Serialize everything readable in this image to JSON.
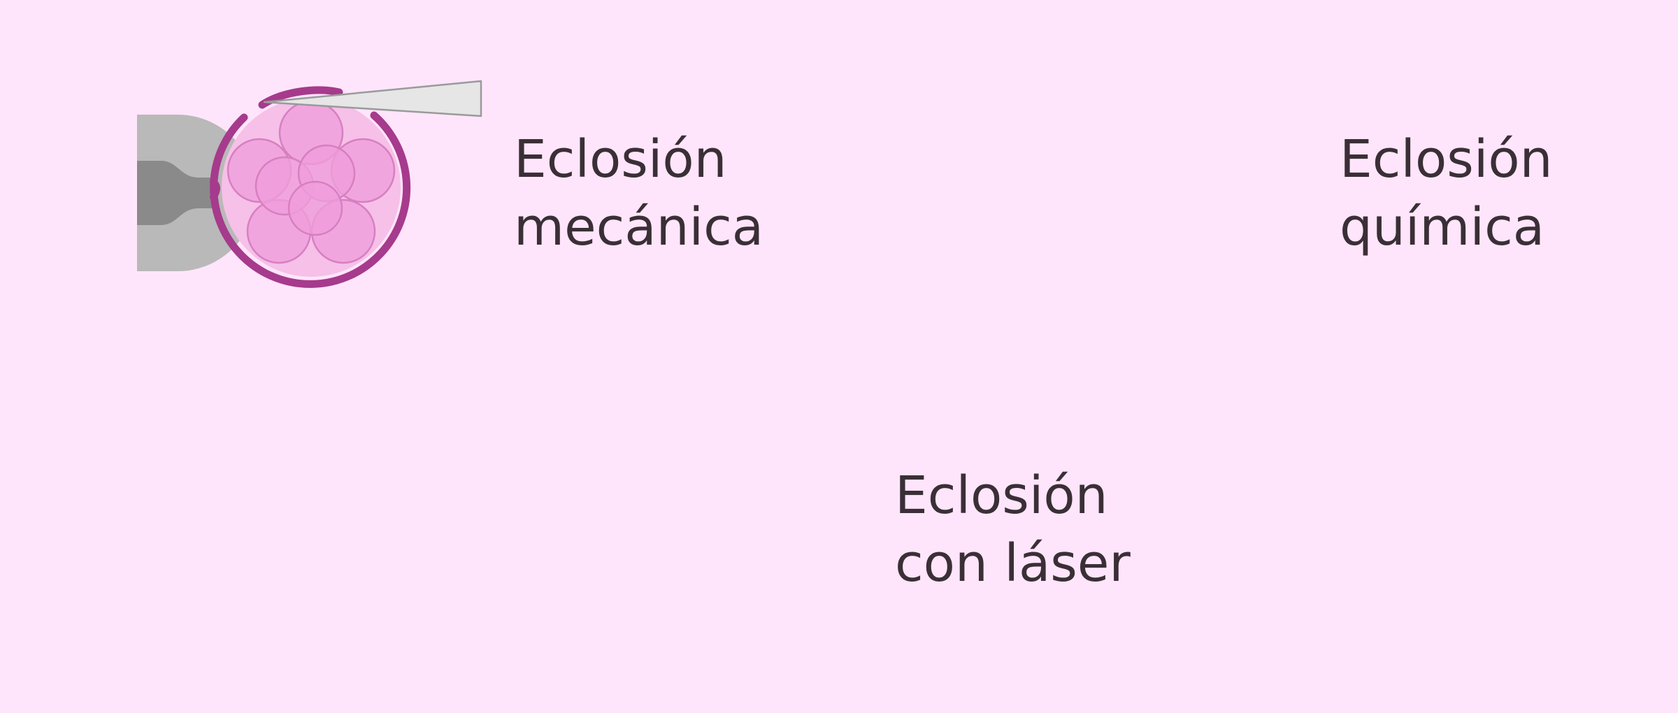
{
  "colors": {
    "background": "#ffe5fb",
    "zona_pellucida": "#a63a8c",
    "perivitelline": "#f6c0e8",
    "blastomere": "#ef9ddb",
    "blastomere_edge": "#d77fc1",
    "holding_pipette_light": "#b9b9b9",
    "holding_pipette_dark": "#8a8a8a",
    "needle": "#e6e6e6",
    "needle_edge": "#9a9a9a",
    "acid_pipette": "#d6f4fc",
    "acid_pipette_edge": "#7cc6dc",
    "acid_burst": "#ef4f6b",
    "laser_arrow": "#a63a8c",
    "text": "#3a2f36"
  },
  "methods": [
    {
      "id": "mechanical",
      "caption_lines": [
        "Eclosión",
        "mecánica"
      ],
      "tool_icon": "microneedle-icon"
    },
    {
      "id": "chemical",
      "caption_lines": [
        "Eclosión",
        "química"
      ],
      "tool_icon": "acid-pipette-icon"
    },
    {
      "id": "laser",
      "caption_lines": [
        "Eclosión",
        "con láser"
      ],
      "tool_icon": "laser-arrow-icon"
    }
  ]
}
